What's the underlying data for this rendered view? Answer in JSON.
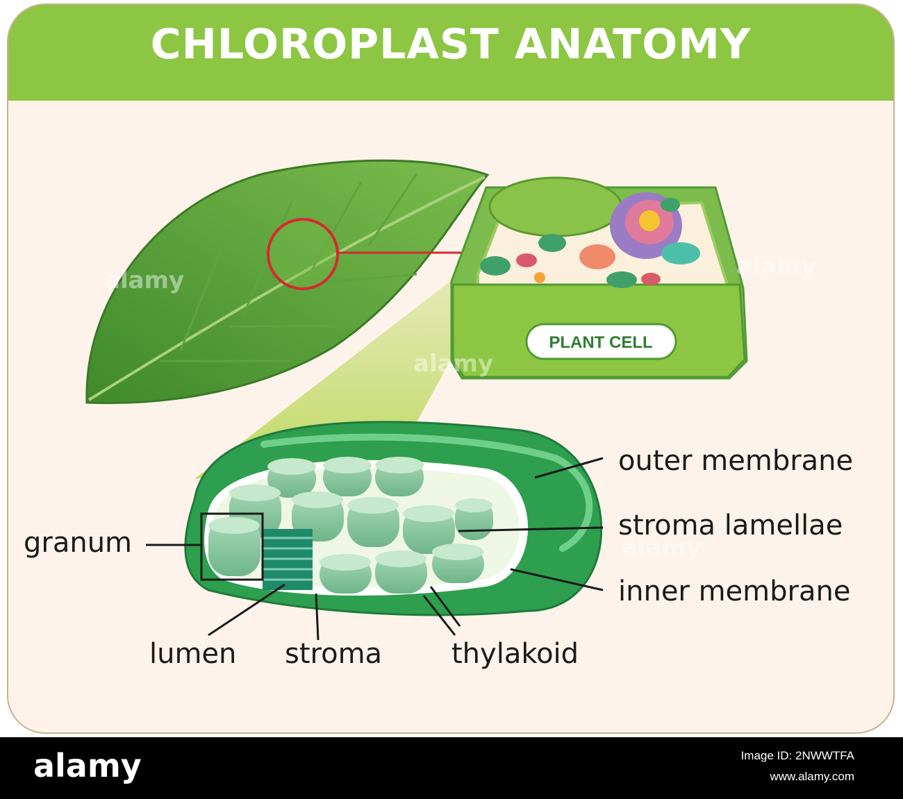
{
  "title": "CHLOROPLAST ANATOMY",
  "plant_cell_label": "PLANT CELL",
  "labels": {
    "outer_membrane": "outer membrane",
    "stroma_lamellae": "stroma lamellae",
    "inner_membrane": "inner membrane",
    "granum": "granum",
    "lumen": "lumen",
    "stroma": "stroma",
    "thylakoid": "thylakoid"
  },
  "watermark": "alamy",
  "footer": {
    "brand": "alamy",
    "image_id_line": "Image ID: 2NWWTFA",
    "url": "www.alamy.com"
  },
  "colors": {
    "header_green": "#8cc642",
    "leaf_green": "#4f9a34",
    "chloroplast_green": "#2e9e4f",
    "highlight_red": "#d8282e",
    "background": "#fdf3ea"
  }
}
